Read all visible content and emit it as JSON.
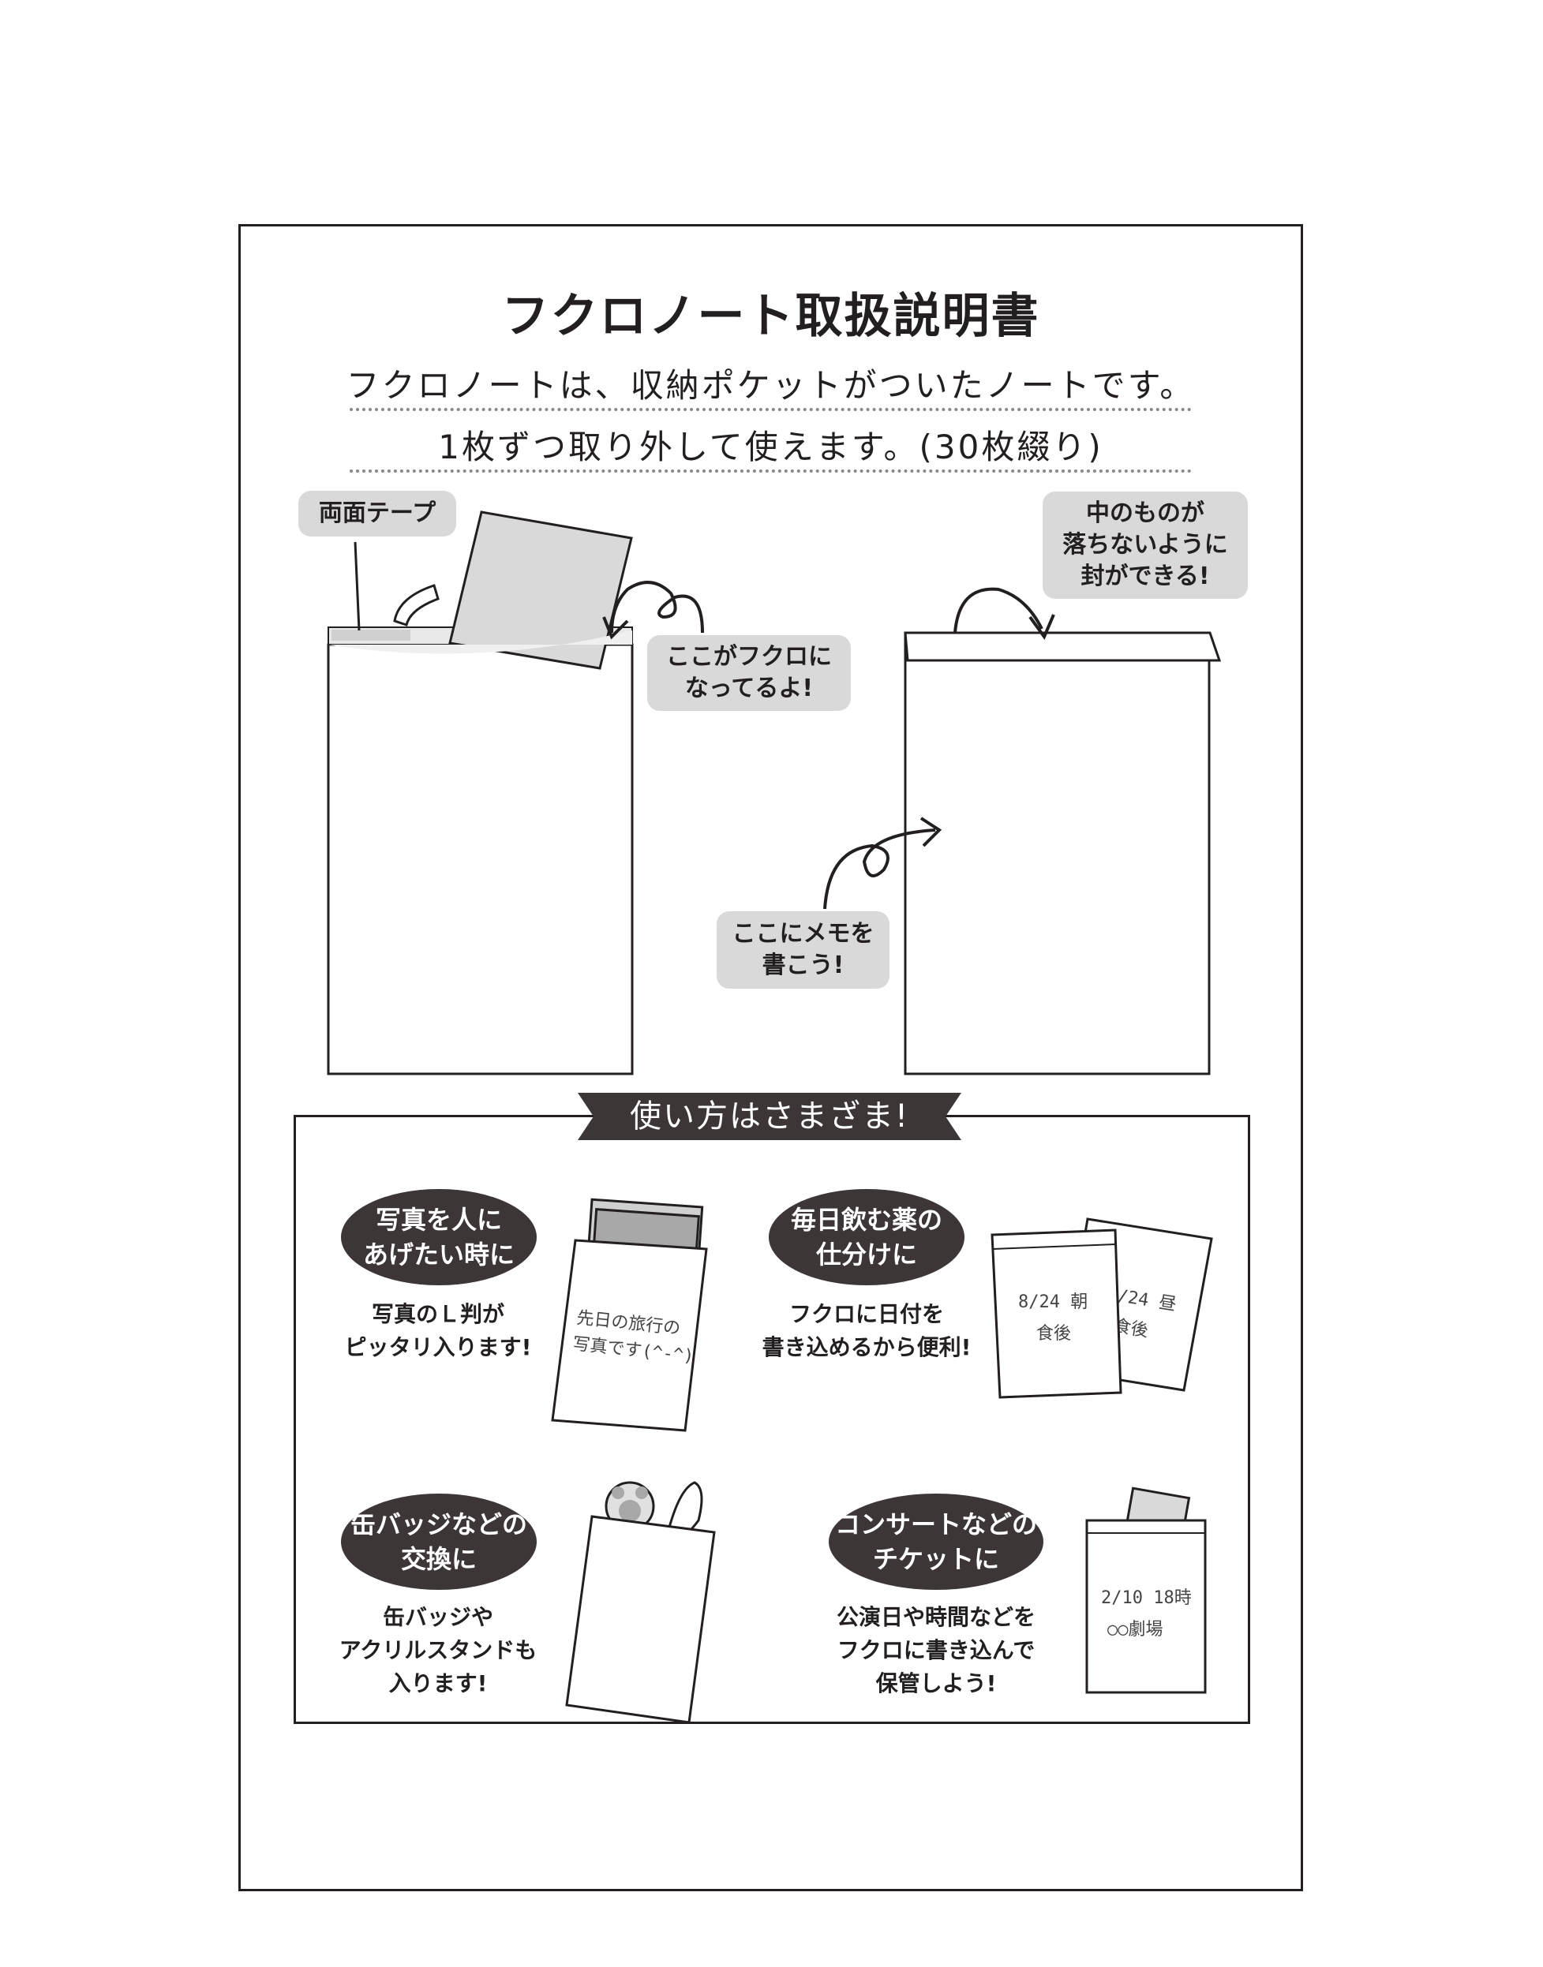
{
  "title": "フクロノート取扱説明書",
  "intro": {
    "line1": "フクロノートは、収納ポケットがついたノートです。",
    "line2": "1枚ずつ取り外して使えます。(30枚綴り)"
  },
  "diagram": {
    "tape_label": "両面テープ",
    "pocket_label": "ここがフクロに\nなってるよ!",
    "seal_label": "中のものが\n落ちないように\n封ができる!",
    "memo_label": "ここにメモを\n書こう!"
  },
  "usage": {
    "heading": "使い方はさまざま!",
    "items": [
      {
        "title": "写真を人に\nあげたい時に",
        "desc": "写真のＬ判が\nピッタリ入ります!",
        "note_line1": "先日の旅行の",
        "note_line2": "写真です(^-^)"
      },
      {
        "title": "毎日飲む薬の\n仕分けに",
        "desc": "フクロに日付を\n書き込めるから便利!",
        "note_a1": "8/24 朝",
        "note_a2": "食後",
        "note_b1": "/24 昼",
        "note_b2": "食後"
      },
      {
        "title": "缶バッジなどの\n交換に",
        "desc": "缶バッジや\nアクリルスタンドも\n入ります!"
      },
      {
        "title": "コンサートなどの\nチケットに",
        "desc": "公演日や時間などを\nフクロに書き込んで\n保管しよう!",
        "note_line1": "2/10 18時",
        "note_line2": "○○劇場"
      }
    ]
  },
  "colors": {
    "ink": "#231f20",
    "callout_bg": "#d9d9d9",
    "pill_bg": "#3d3636",
    "banner_bg": "#3d3636"
  }
}
